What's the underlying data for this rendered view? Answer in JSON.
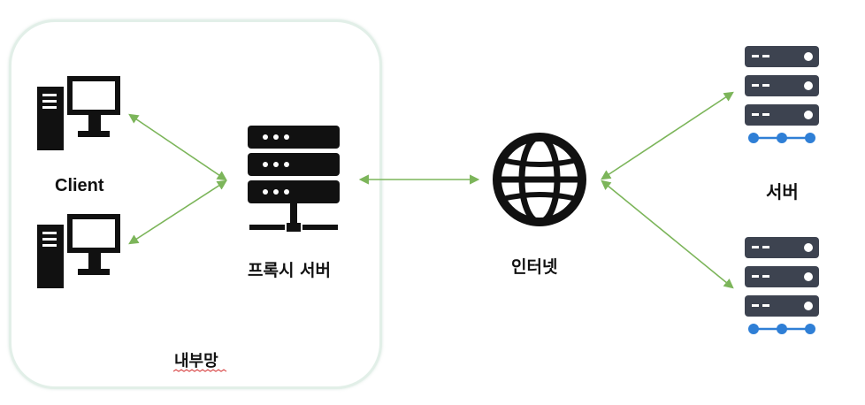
{
  "nodes": {
    "client_label": "Client",
    "proxy_label": "프록시 서버",
    "internet_label": "인터넷",
    "server_label": "서버",
    "lan_label": "내부망"
  },
  "colors": {
    "arrow": "#7cb55a",
    "icon_dark": "#111111",
    "server_icon": "#3d4350",
    "server_dots": "#2f7fd6",
    "lan_border": "#e2efe8",
    "spell_underline": "#d32f2f"
  },
  "icons": [
    "desktop-computer-icon",
    "desktop-computer-icon",
    "proxy-server-icon",
    "globe-icon",
    "server-icon",
    "server-icon"
  ]
}
